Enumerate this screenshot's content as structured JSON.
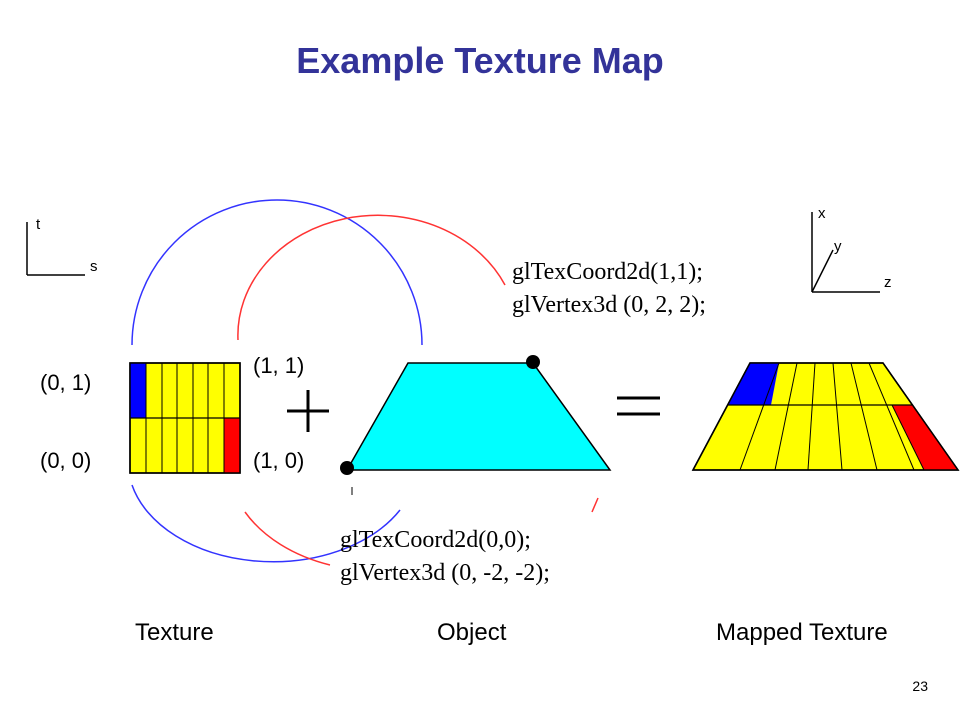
{
  "title": "Example Texture Map",
  "code_top": {
    "line1": "glTexCoord2d(1,1);",
    "line2": "glVertex3d (0, 2, 2);"
  },
  "code_bottom": {
    "line1": "glTexCoord2d(0,0);",
    "line2": "glVertex3d (0, -2, -2);"
  },
  "texture_coords": {
    "top_left": "(0, 1)",
    "bottom_left": "(0, 0)",
    "top_right": "(1, 1)",
    "bottom_right": "(1, 0)"
  },
  "axes_2d": {
    "vertical": "t",
    "horizontal": "s"
  },
  "axes_3d": {
    "vertical": "x",
    "diagonal": "y",
    "horizontal": "z"
  },
  "captions": {
    "texture": "Texture",
    "object": "Object",
    "mapped": "Mapped Texture"
  },
  "page_number": "23",
  "colors": {
    "title": "#333399",
    "texture_yellow": "#ffff00",
    "corner_blue": "#0000ff",
    "corner_red": "#ff0000",
    "object_cyan": "#00ffff",
    "arc_blue": "#3333ff",
    "arc_red": "#ff3333"
  },
  "icons": [
    "plus-sign",
    "equals-sign",
    "vertex-dot"
  ]
}
